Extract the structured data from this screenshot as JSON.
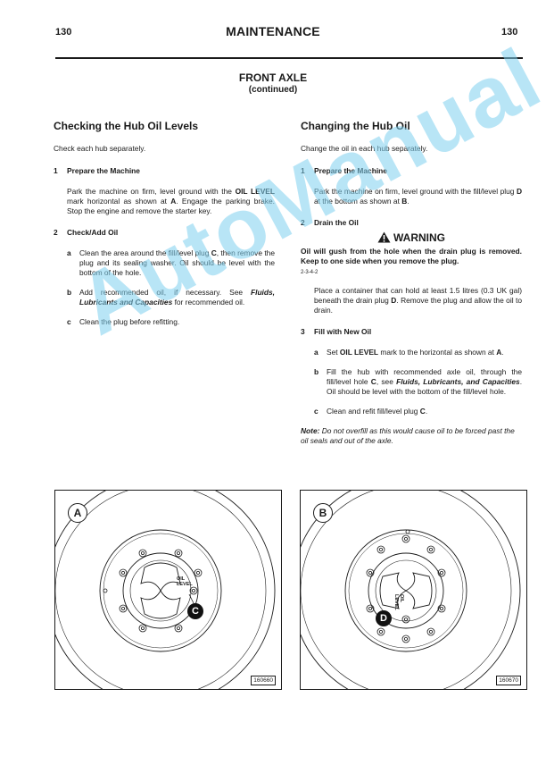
{
  "header": {
    "page_left": "130",
    "title": "MAINTENANCE",
    "page_right": "130"
  },
  "section": {
    "title": "FRONT AXLE",
    "subtitle": "(continued)"
  },
  "left": {
    "heading": "Checking the Hub Oil Levels",
    "intro": "Check each hub separately.",
    "step1": {
      "num": "1",
      "title": "Prepare the Machine"
    },
    "step1_p_a": "Park the machine on firm, level ground with the ",
    "step1_p_b": "OIL LEVEL",
    "step1_p_c": " mark horizontal as shown at ",
    "step1_p_d": "A",
    "step1_p_e": ". Engage the parking brake. Stop the engine and remove the starter key.",
    "step2": {
      "num": "2",
      "title": "Check/Add Oil"
    },
    "a": {
      "letter": "a",
      "t1": "Clean the area around the fill/level plug ",
      "t2": "C",
      "t3": ", then remove the plug and its sealing washer. Oil should be level with the bottom of the hole."
    },
    "b": {
      "letter": "b",
      "t1": "Add recommended oil, if necessary. See ",
      "t2": "Fluids, Lubricants and Capacities",
      "t3": " for recommended oil."
    },
    "c": {
      "letter": "c",
      "t1": "Clean the plug before refitting."
    }
  },
  "right": {
    "heading": "Changing the Hub Oil",
    "intro": "Change the oil in each hub separately.",
    "step1": {
      "num": "1",
      "title": "Prepare the Machine"
    },
    "step1_p_a": "Park the machine on firm, level ground with the fill/level plug ",
    "step1_p_b": "D",
    "step1_p_c": " at the bottom as shown at ",
    "step1_p_d": "B",
    "step1_p_e": ".",
    "step2": {
      "num": "2",
      "title": "Drain the Oil"
    },
    "warning_title": "WARNING",
    "warning_text": "Oil will gush from the hole when the drain plug is removed. Keep to one side when you remove the plug.",
    "warning_code": "2-3-4-2",
    "drain_a": "Place a container that can hold at least 1.5 litres (0.3 UK gal) beneath the drain plug ",
    "drain_b": "D",
    "drain_c": ". Remove the plug and allow the oil to drain.",
    "step3": {
      "num": "3",
      "title": "Fill with New Oil"
    },
    "a": {
      "letter": "a",
      "t1": "Set ",
      "t2": "OIL LEVEL",
      "t3": " mark to the horizontal as shown at ",
      "t4": "A",
      "t5": "."
    },
    "b": {
      "letter": "b",
      "t1": "Fill the hub with recommended axle oil, through the fill/level hole ",
      "t2": "C",
      "t3": ", see ",
      "t4": "Fluids, Lubricants, and Capacities",
      "t5": ". Oil should be level with the bottom of the fill/level hole."
    },
    "c": {
      "letter": "c",
      "t1": "Clean and refit fill/level plug ",
      "t2": "C",
      "t3": "."
    },
    "note_label": "Note:",
    "note_text": " Do not overfill as this would cause oil to be forced past the oil seals and out of the axle."
  },
  "watermark": "AutoManual",
  "figures": {
    "a": {
      "label": "A",
      "callout": "C",
      "oil_label_1": "OIL",
      "oil_label_2": "LEVEL",
      "code": "160660"
    },
    "b": {
      "label": "B",
      "callout": "D",
      "oil_label_1": "OIL",
      "oil_label_2": "LEVEL",
      "code": "160670"
    }
  },
  "colors": {
    "text": "#1a1a1a",
    "watermark": "#7fd0ef"
  }
}
